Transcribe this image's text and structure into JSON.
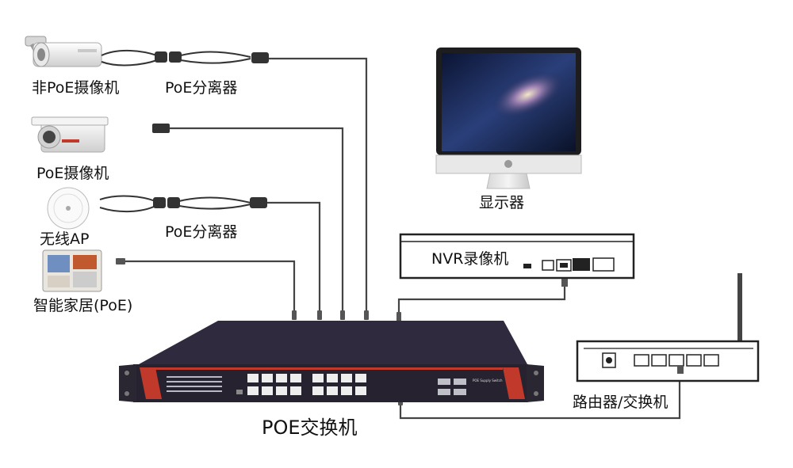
{
  "labels": {
    "non_poe_camera": "非PoE摄像机",
    "splitter_top": "PoE分离器",
    "poe_camera": "PoE摄像机",
    "wireless_ap": "无线AP",
    "splitter_mid": "PoE分离器",
    "smart_home": "智能家居(PoE)",
    "monitor": "显示器",
    "nvr": "NVR录像机",
    "router": "路由器/交换机",
    "poe_switch": "POE交换机",
    "switch_faceplate": "POE Supply Switch"
  },
  "colors": {
    "switch_body": "#2e2a3c",
    "switch_stripe": "#c0392b",
    "cable": "#444444",
    "background": "#ffffff"
  }
}
